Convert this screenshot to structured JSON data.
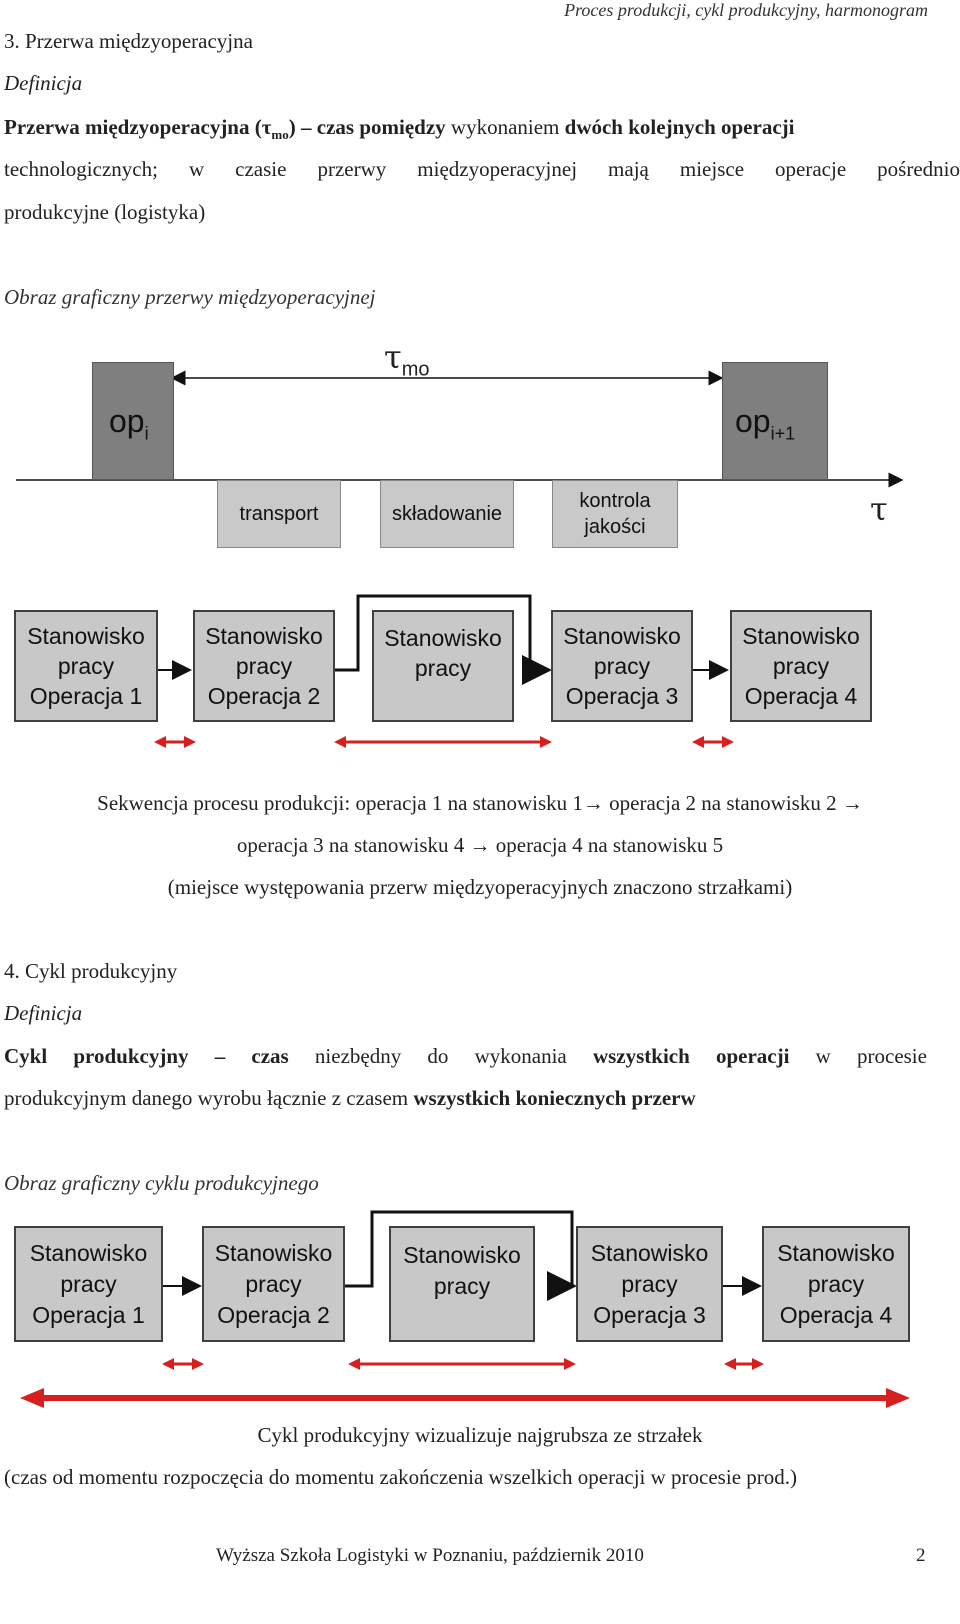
{
  "header": {
    "running_title": "Proces produkcji, cykl produkcyjny, harmonogram"
  },
  "s3": {
    "heading": "3.  Przerwa międzyoperacyjna",
    "def_label": "Definicja",
    "def_bold1": "Przerwa międzyoperacyjna (τ",
    "def_sub": "mo",
    "def_bold2": ") – czas pomiędzy",
    "def_normal1": " wykonaniem ",
    "def_bold3": "dwóch kolejnych operacji",
    "line2": "technologicznych; w czasie przerwy międzyoperacyjnej mają miejsce operacje pośrednio",
    "line3": "produkcyjne (logistyka)",
    "graph_label": "Obraz graficzny przerwy międzyoperacyjnej"
  },
  "diagram1": {
    "tau": "τ",
    "tau_sub": "mo",
    "op": "op",
    "op_i_sub": "i",
    "op_next_sub": "i+1",
    "axis_symbol": "τ",
    "activities": [
      "transport",
      "składowanie",
      "kontrola jakości"
    ]
  },
  "workstations1": [
    {
      "line1": "Stanowisko",
      "line2": "pracy",
      "line3": "Operacja 1"
    },
    {
      "line1": "Stanowisko",
      "line2": "pracy",
      "line3": "Operacja 2"
    },
    {
      "line1": "Stanowisko",
      "line2": "pracy",
      "line3": ""
    },
    {
      "line1": "Stanowisko",
      "line2": "pracy",
      "line3": "Operacja 3"
    },
    {
      "line1": "Stanowisko",
      "line2": "pracy",
      "line3": "Operacja 4"
    }
  ],
  "sequence": {
    "line1": "Sekwencja procesu produkcji: operacja 1 na stanowisku 1→ operacja 2 na stanowisku 2 →",
    "line2": "operacja 3 na stanowisku 4 → operacja 4 na stanowisku 5",
    "line3": "(miejsce występowania przerw międzyoperacyjnych znaczono strzałkami)"
  },
  "s4": {
    "heading": "4.  Cykl produkcyjny",
    "def_label": "Definicja",
    "b1": "Cykl produkcyjny – czas",
    "n1": " niezbędny do wykonania ",
    "b2": "wszystkich operacji",
    "n2": " w procesie",
    "n3": "produkcyjnym danego wyrobu łącznie z czasem ",
    "b3": "wszystkich koniecznych przerw",
    "graph_label": "Obraz graficzny cyklu produkcyjnego"
  },
  "workstations2": [
    {
      "line1": "Stanowisko",
      "line2": "pracy",
      "line3": "Operacja 1"
    },
    {
      "line1": "Stanowisko",
      "line2": "pracy",
      "line3": "Operacja 2"
    },
    {
      "line1": "Stanowisko",
      "line2": "pracy",
      "line3": ""
    },
    {
      "line1": "Stanowisko",
      "line2": "pracy",
      "line3": "Operacja 3"
    },
    {
      "line1": "Stanowisko",
      "line2": "pracy",
      "line3": "Operacja 4"
    }
  ],
  "cycle": {
    "line1": "Cykl produkcyjny wizualizuje najgrubsza ze strzałek",
    "line2": "(czas od momentu rozpoczęcia do momentu zakończenia wszelkich operacji w procesie prod.)"
  },
  "footer": {
    "text": "Wyższa Szkoła Logistyki w Poznaniu, październik 2010",
    "page": "2"
  },
  "colors": {
    "arrow_red": "#d62020",
    "box_gray": "#c8c8c8",
    "op_gray": "#7f7f7f"
  }
}
